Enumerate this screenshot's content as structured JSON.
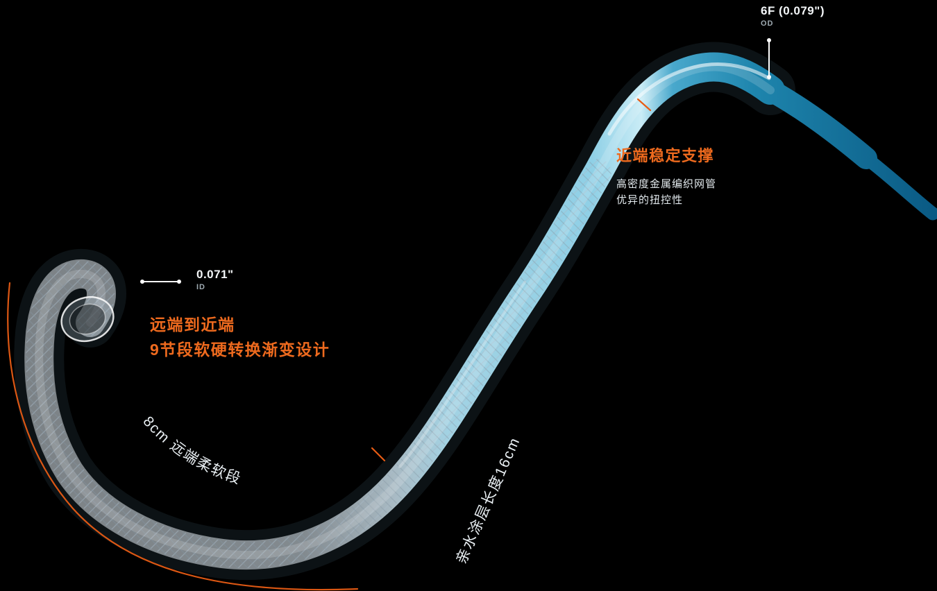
{
  "page": {
    "background": "#000000"
  },
  "colors": {
    "accent_orange": "#ee6a1e",
    "tube_white": "#e9f1f7",
    "tube_light_blue": "#9fd6e8",
    "tube_teal": "#1e85ad",
    "tube_dark_teal": "#0a5a84",
    "text_white": "#f4f7f9",
    "text_grey": "#9fabb2"
  },
  "annotations": {
    "od": {
      "value": "6F (0.079\")",
      "label": "OD"
    },
    "id": {
      "value": "0.071\"",
      "label": "ID"
    },
    "proximal": {
      "title": "近端稳定支撑",
      "line1": "高密度金属编织网管",
      "line2": "优异的扭控性"
    },
    "distal": {
      "line1": "远端到近端",
      "line2": "9节段软硬转换渐变设计"
    },
    "soft_segment": "8cm 远端柔软段",
    "coating": "亲水涂层长度16cm"
  }
}
